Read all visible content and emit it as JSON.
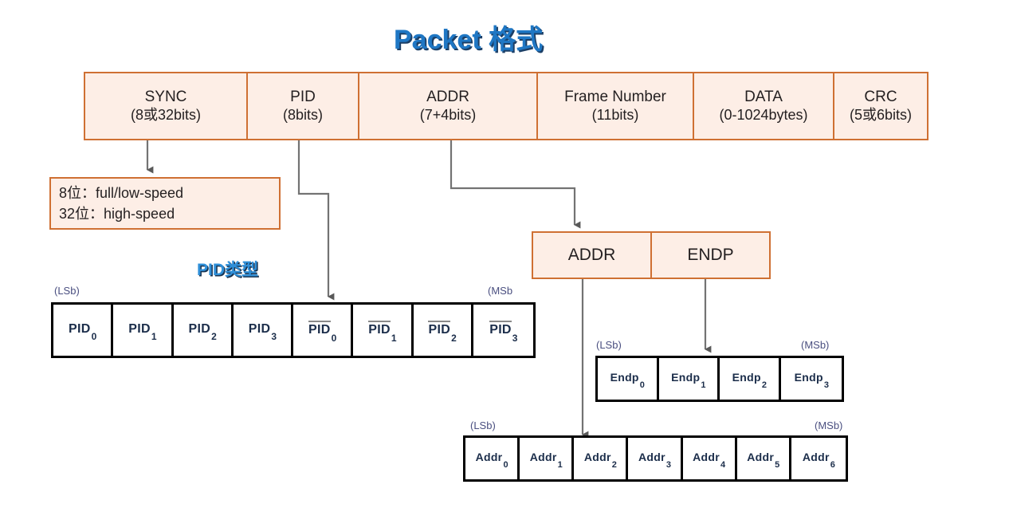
{
  "title": "Packet 格式",
  "subtitle": "PID类型",
  "colors": {
    "title_blue": "#1f77c4",
    "box_border_orange": "#cf7033",
    "box_fill_peach": "#fdeee6",
    "bit_border_black": "#000000",
    "connector_gray": "#737373",
    "label_purple": "#4a4f80"
  },
  "packet_table": {
    "columns": [
      {
        "name": "SYNC",
        "size": "(8或32bits)"
      },
      {
        "name": "PID",
        "size": "(8bits)"
      },
      {
        "name": "ADDR",
        "size": "(7+4bits)"
      },
      {
        "name": "Frame Number",
        "size": "(11bits)"
      },
      {
        "name": "DATA",
        "size": "(0-1024bytes)"
      },
      {
        "name": "CRC",
        "size": "(5或6bits)"
      }
    ]
  },
  "sync_note": {
    "line1": "8位：full/low-speed",
    "line2": "32位：high-speed"
  },
  "addr_endp_box": {
    "cells": [
      "ADDR",
      "ENDP"
    ]
  },
  "pid_row": {
    "lsb_label": "(LSb)",
    "msb_label": "(MSb",
    "cells": [
      {
        "base": "PID",
        "sub": "0",
        "overline": false
      },
      {
        "base": "PID",
        "sub": "1",
        "overline": false
      },
      {
        "base": "PID",
        "sub": "2",
        "overline": false
      },
      {
        "base": "PID",
        "sub": "3",
        "overline": false
      },
      {
        "base": "PID",
        "sub": "0",
        "overline": true
      },
      {
        "base": "PID",
        "sub": "1",
        "overline": true
      },
      {
        "base": "PID",
        "sub": "2",
        "overline": true
      },
      {
        "base": "PID",
        "sub": "3",
        "overline": true
      }
    ]
  },
  "endp_row": {
    "lsb_label": "(LSb)",
    "msb_label": "(MSb)",
    "cells": [
      {
        "base": "Endp",
        "sub": "0"
      },
      {
        "base": "Endp",
        "sub": "1"
      },
      {
        "base": "Endp",
        "sub": "2"
      },
      {
        "base": "Endp",
        "sub": "3"
      }
    ]
  },
  "addr_row": {
    "lsb_label": "(LSb)",
    "msb_label": "(MSb)",
    "cells": [
      {
        "base": "Addr",
        "sub": "0"
      },
      {
        "base": "Addr",
        "sub": "1"
      },
      {
        "base": "Addr",
        "sub": "2"
      },
      {
        "base": "Addr",
        "sub": "3"
      },
      {
        "base": "Addr",
        "sub": "4"
      },
      {
        "base": "Addr",
        "sub": "5"
      },
      {
        "base": "Addr",
        "sub": "6"
      }
    ]
  }
}
